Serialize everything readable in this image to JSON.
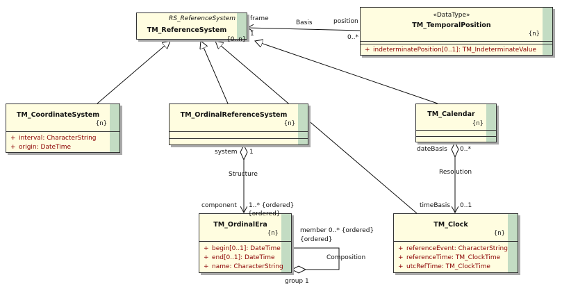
{
  "classes": {
    "reference_system": {
      "stereotype": "RS_ReferenceSystem",
      "name": "TM_ReferenceSystem"
    },
    "temporal_position": {
      "stereotype": "«DataType»",
      "name": "TM_TemporalPosition",
      "tag": "{n}",
      "attributes": [
        {
          "visibility": "+",
          "text": "indeterminatePosition[0..1]:  TM_IndeterminateValue"
        }
      ]
    },
    "coordinate_system": {
      "name": "TM_CoordinateSystem",
      "tag": "{n}",
      "attributes": [
        {
          "visibility": "+",
          "text": "interval:  CharacterString"
        },
        {
          "visibility": "+",
          "text": "origin:  DateTime"
        }
      ]
    },
    "ordinal_reference_system": {
      "name": "TM_OrdinalReferenceSystem",
      "tag": "{n}"
    },
    "calendar": {
      "name": "TM_Calendar",
      "tag": "{n}"
    },
    "ordinal_era": {
      "name": "TM_OrdinalEra",
      "tag": "{n}",
      "attributes": [
        {
          "visibility": "+",
          "text": "begin[0..1]:  DateTime"
        },
        {
          "visibility": "+",
          "text": "end[0..1]:  DateTime"
        },
        {
          "visibility": "+",
          "text": "name:  CharacterString"
        }
      ]
    },
    "clock": {
      "name": "TM_Clock",
      "tag": "{n}",
      "attributes": [
        {
          "visibility": "+",
          "text": "referenceEvent:  CharacterString"
        },
        {
          "visibility": "+",
          "text": "referenceTime:  TM_ClockTime"
        },
        {
          "visibility": "+",
          "text": "utcRefTime:  TM_ClockTime"
        }
      ]
    }
  },
  "labels": {
    "frame": "frame",
    "frame_mult": "1",
    "basis": "Basis",
    "position": "position",
    "position_mult": "0..*",
    "ref_tag": "{0..n}",
    "system": "system",
    "system_mult": "1",
    "structure": "Structure",
    "component": "component",
    "component_mult": "1..* {ordered}",
    "component_ordered": "{ordered}",
    "date_basis": "dateBasis",
    "date_basis_mult": "0..*",
    "resolution": "Resolution",
    "time_basis": "timeBasis",
    "time_basis_mult": "0..1",
    "member": "member 0..* {ordered}",
    "member_ordered": "{ordered}",
    "composition": "Composition",
    "group": "group 1"
  }
}
